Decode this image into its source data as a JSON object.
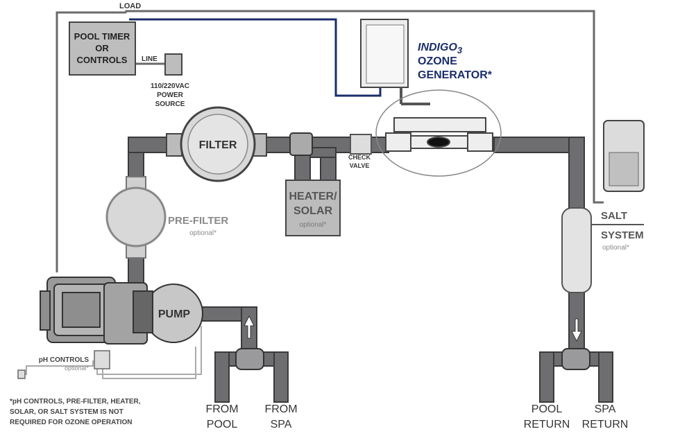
{
  "labels": {
    "load": "LOAD",
    "timer_line1": "POOL TIMER",
    "timer_line2": "OR",
    "timer_line3": "CONTROLS",
    "line": "LINE",
    "power_line1": "110/220VAC",
    "power_line2": "POWER",
    "power_line3": "SOURCE",
    "ozone_line1": "INDIGO",
    "ozone_sub": "3",
    "ozone_line2": "OZONE",
    "ozone_line3": "GENERATOR*",
    "filter": "FILTER",
    "check_line1": "CHECK",
    "check_line2": "VALVE",
    "heater_line1": "HEATER/",
    "heater_line2": "SOLAR",
    "heater_optional": "optional*",
    "prefilter": "PRE-FILTER",
    "prefilter_optional": "optional*",
    "pump": "PUMP",
    "salt_line1": "SALT",
    "salt_line2": "SYSTEM",
    "salt_optional": "optional*",
    "ph": "pH CONTROLS",
    "ph_optional": "optional*",
    "from_pool_1": "FROM",
    "from_pool_2": "POOL",
    "from_spa_1": "FROM",
    "from_spa_2": "SPA",
    "pool_return_1": "POOL",
    "pool_return_2": "RETURN",
    "spa_return_1": "SPA",
    "spa_return_2": "RETURN",
    "footnote_1": "*pH CONTROLS, PRE-FILTER, HEATER,",
    "footnote_2": "SOLAR, OR SALT SYSTEM IS NOT",
    "footnote_3": "REQUIRED FOR OZONE OPERATION"
  },
  "colors": {
    "pipe": "#6e6e70",
    "pipe_edge": "#3a3a3c",
    "wire": "#6a6a6a",
    "ozone_wire": "#1b2d6b",
    "ozone_text": "#1b2d6b",
    "optional_gray": "#8a8a8a",
    "component_fill": "#d8d8d8",
    "dark_text": "#333333"
  }
}
